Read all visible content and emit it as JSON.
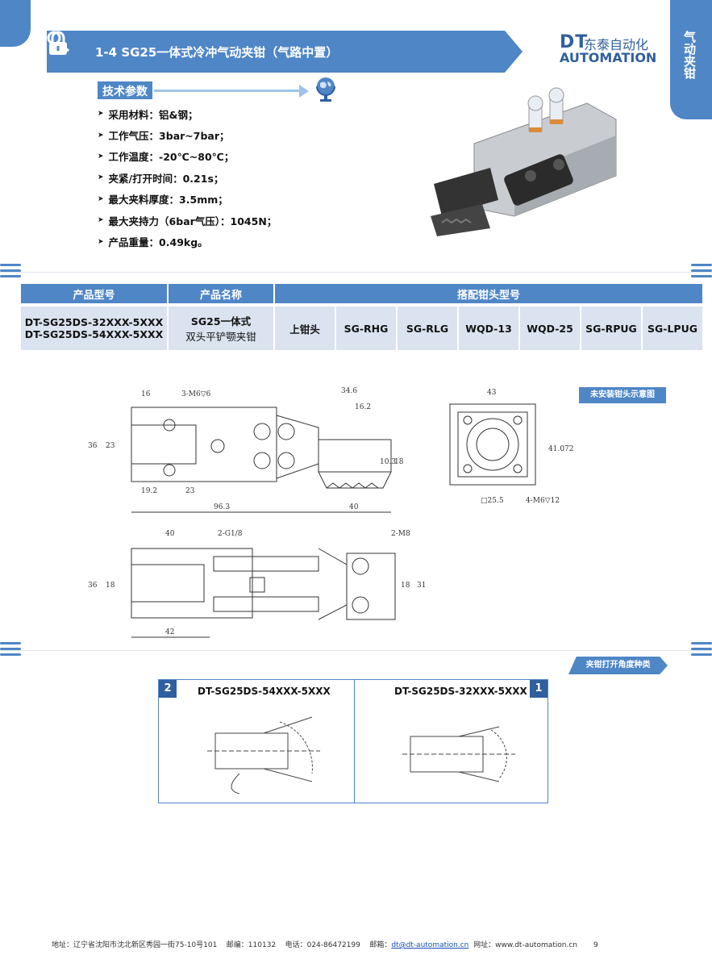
{
  "header": {
    "title": "1-4  SG25一体式冷冲气动夹钳（气路中置）",
    "logo_dt": "DT",
    "logo_cn": "东泰自动化",
    "logo_en": "AUTOMATION",
    "side_tab": "气动夹钳"
  },
  "tech": {
    "heading": "技术参数",
    "items": [
      "采用材料：铝&钢；",
      "工作气压：3bar~7bar；",
      "工作温度：-20℃~80℃；",
      "夹紧/打开时间：0.21s；",
      "最大夹料厚度：3.5mm；",
      "最大夹持力（6bar气压）：1045N；",
      "产品重量：0.49kg。"
    ]
  },
  "table": {
    "headers": [
      "产品型号",
      "产品名称",
      "搭配钳头型号"
    ],
    "model_line1": "DT-SG25DS-32XXX-5XXX",
    "model_line2": "DT-SG25DS-54XXX-5XXX",
    "name_line1": "SG25一体式",
    "name_line2": "双头平铲颚夹钳",
    "heads": [
      "上钳头",
      "SG-RHG",
      "SG-RLG",
      "WQD-13",
      "WQD-25",
      "SG-RPUG",
      "SG-LPUG"
    ]
  },
  "drawing": {
    "note": "未安装钳头示意图",
    "top_dims": [
      "16",
      "3-M6▽6",
      "34.6",
      "16.2",
      "36",
      "23",
      "10.3",
      "18",
      "19.2",
      "23",
      "96.3",
      "40"
    ],
    "side_dims": [
      "43",
      "41.072",
      "□25.5",
      "4-M6▽12"
    ],
    "bottom_dims": [
      "40",
      "2-G1/8",
      "2-M8",
      "36",
      "18",
      "18",
      "31",
      "42"
    ]
  },
  "angle": {
    "note": "夹钳打开角度种类",
    "badge_left": "2",
    "model_left": "DT-SG25DS-54XXX-5XXX",
    "badge_right": "1",
    "model_right": "DT-SG25DS-32XXX-5XXX"
  },
  "footer": {
    "address": "地址：辽宁省沈阳市沈北新区秀园一街75-10号101",
    "postcode": "邮编：110132",
    "phone": "电话：024-86472199",
    "email_label": "邮箱：",
    "email": "dt@dt-automation.cn",
    "website": "网址：www.dt-automation.cn",
    "page": "9"
  },
  "colors": {
    "accent": "#4f86c6",
    "dark": "#2f5f9e",
    "cell": "#dbe3f0"
  }
}
